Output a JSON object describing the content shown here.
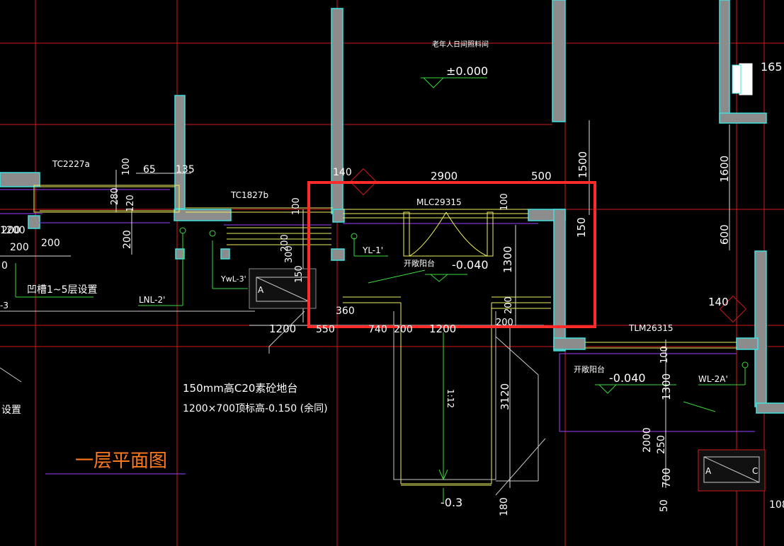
{
  "drawing": {
    "title": "一层平面图",
    "room_label": "老年人日间照料间",
    "colors": {
      "background": "#000000",
      "axis_line": "#d01818",
      "wall": "#8c8c8c",
      "wall_edge": "#3fe0e0",
      "window": "#f0f060",
      "text": "#ffffff",
      "green": "#39d839",
      "purple": "#a040ff",
      "title": "#ff7a1a",
      "highlight": "#ff2a2a"
    },
    "elevations": [
      "±0.000",
      "-0.040",
      "-0.040",
      "-0.3",
      "-0.150"
    ],
    "labels": {
      "tc2227a": "TC2227a",
      "tc1827b": "TC1827b",
      "mlc29315": "MLC29315",
      "tlm26315": "TLM26315",
      "yl1": "YL-1'",
      "ywl3": "YwL-3'",
      "lnl2": "LNL-2'",
      "wl2a": "WL-2A'",
      "balcony1": "开敞阳台",
      "balcony2": "开敞阳台",
      "groove": "凹槽1~5层设置",
      "cut_setting": "设置",
      "note1": "150mm高C20素砼地台",
      "note2": "1200×700顶标高-0.150 (余同)",
      "ramp": "1:12",
      "stub_3": "-3",
      "stub_0": "0",
      "stub_165": "165",
      "stub_108": "108",
      "a_box": "A",
      "c_box": "C"
    },
    "dims": {
      "d140a": "140",
      "d2900": "2900",
      "d500": "500",
      "d1500": "1500",
      "d65": "65",
      "d135": "135",
      "d100a": "100",
      "d280": "280",
      "d120": "120",
      "d100b": "100",
      "d200a": "200",
      "d100c": "100",
      "d150a": "150",
      "d200b": "200",
      "d1600": "1600",
      "d600": "600",
      "d1200a": "1200",
      "d200c": "200",
      "d200d": "200",
      "d200e": "200",
      "d300": "300",
      "d150b": "150",
      "d360": "360",
      "d1300a": "1300",
      "d200f": "200",
      "d200g": "200",
      "d1200b": "1200",
      "d550": "550",
      "d740": "740",
      "d200h": "200",
      "d1200c": "1200",
      "d140b": "140",
      "d1300b": "1300",
      "d100d": "100",
      "d3120": "3120",
      "d2000": "2000",
      "d250": "250",
      "d700": "700",
      "d180": "180",
      "d50": "50"
    }
  }
}
